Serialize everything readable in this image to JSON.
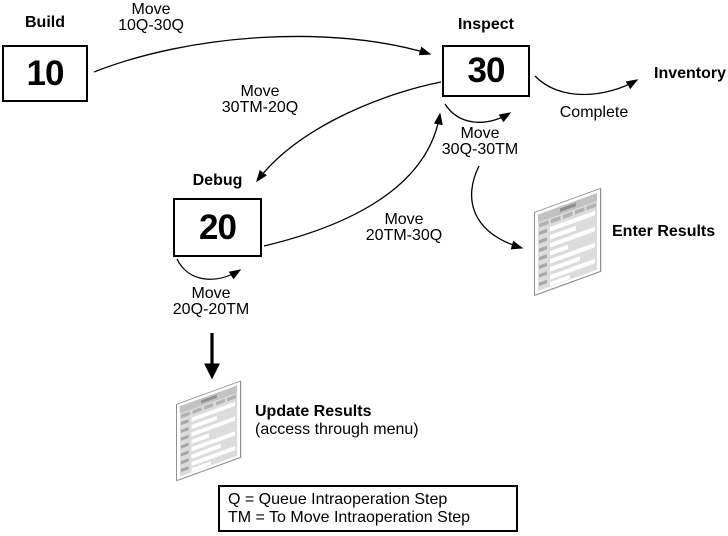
{
  "diagram": {
    "title_hint": "Intraoperation move flow between operations",
    "nodes": {
      "build": {
        "title": "Build",
        "op": "10"
      },
      "debug": {
        "title": "Debug",
        "op": "20"
      },
      "inspect": {
        "title": "Inspect",
        "op": "30"
      }
    },
    "transitions": {
      "build_to_inspect": {
        "line1": "Move",
        "line2": "10Q-30Q"
      },
      "inspect_to_debug": {
        "line1": "Move",
        "line2": "30TM-20Q"
      },
      "debug_to_inspect": {
        "line1": "Move",
        "line2": "20TM-30Q"
      },
      "inspect_self": {
        "line1": "Move",
        "line2": "30Q-30TM"
      },
      "debug_self": {
        "line1": "Move",
        "line2": "20Q-20TM"
      },
      "complete": {
        "label": "Complete"
      }
    },
    "outputs": {
      "inventory": {
        "label": "Inventory"
      },
      "enter_results": {
        "label": "Enter Results",
        "icon": "form-document-icon"
      },
      "update_results": {
        "label": "Update Results",
        "note": "(access through menu)",
        "icon": "form-document-icon"
      }
    },
    "legend": {
      "line1": "Q = Queue Intraoperation Step",
      "line2": "TM = To Move Intraoperation Step"
    },
    "colors": {
      "ink": "#000000",
      "background": "#ffffff",
      "icon_page": "#dcdcdc",
      "icon_header": "#c2c2c2",
      "icon_stripe": "#ffffff"
    }
  }
}
